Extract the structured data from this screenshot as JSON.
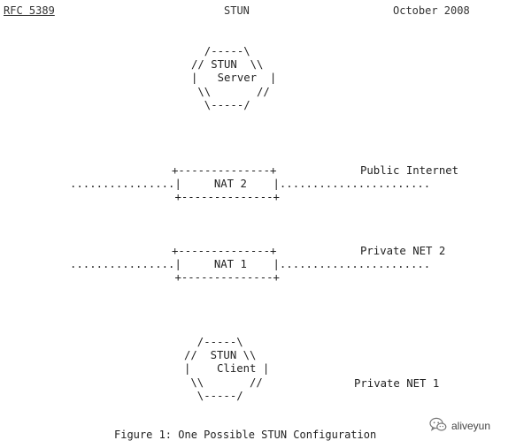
{
  "header": {
    "rfc_link": "RFC 5389",
    "title": "STUN",
    "date": "October 2008"
  },
  "diagram": {
    "server_box": "  /-----\\\n// STUN  \\\\\n|   Server  |\n \\\\       //\n  \\-----/",
    "nat2_box": "+--------------+\n................|     NAT 2    |.......................\n                +--------------+",
    "nat1_box": "+--------------+\n................|     NAT 1    |.......................\n                +--------------+",
    "client_box": "  /-----\\\n//  STUN \\\\\n|    Client |\n \\\\       //\n  \\-----/",
    "label_public": "Public Internet",
    "label_private2": "Private NET 2",
    "label_private1": "Private NET 1"
  },
  "caption": "Figure 1: One Possible STUN Configuration",
  "watermark": {
    "icon": "wechat-icon",
    "text": "aliveyun"
  }
}
